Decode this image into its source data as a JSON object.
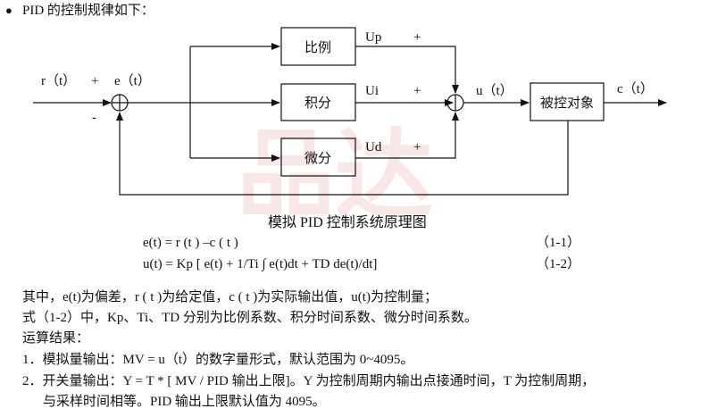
{
  "intro": {
    "bullet": "●",
    "text": "PID 的控制规律如下："
  },
  "diagram": {
    "watermark": "品达",
    "blocks": {
      "p": "比例",
      "i": "积分",
      "d": "微分",
      "plant": "被控对象"
    },
    "labels": {
      "r": "r（t）",
      "plus_r": "+",
      "e": "e（t）",
      "minus_fb": "-",
      "up": "Up",
      "ui": "Ui",
      "ud": "Ud",
      "plus": "+",
      "u": "u（t）",
      "c": "c（t）"
    },
    "caption": "模拟 PID 控制系统原理图"
  },
  "equations": [
    {
      "expr": "e(t) = r (t ) –c ( t )",
      "num": "（1-1）"
    },
    {
      "expr": "u(t) = Kp [ e(t) + 1/Ti ∫ e(t)dt + TD de(t)/dt]",
      "num": "（1-2）"
    }
  ],
  "paragraphs": [
    "其中，e(t)为偏差，r ( t )为给定值，c ( t )为实际输出值，u(t)为控制量；",
    "式（1-2）中，Kp、Ti、TD 分别为比例系数、积分时间系数、微分时间系数。",
    "运算结果：",
    "1．模拟量输出：MV = u（t）的数字量形式，默认范围为 0~4095。",
    "2．开关量输出：Y = T * [ MV / PID 输出上限]。Y 为控制周期内输出点接通时间，T 为控制周期，",
    "与采样时间相等。PID 输出上限默认值为 4095。"
  ]
}
